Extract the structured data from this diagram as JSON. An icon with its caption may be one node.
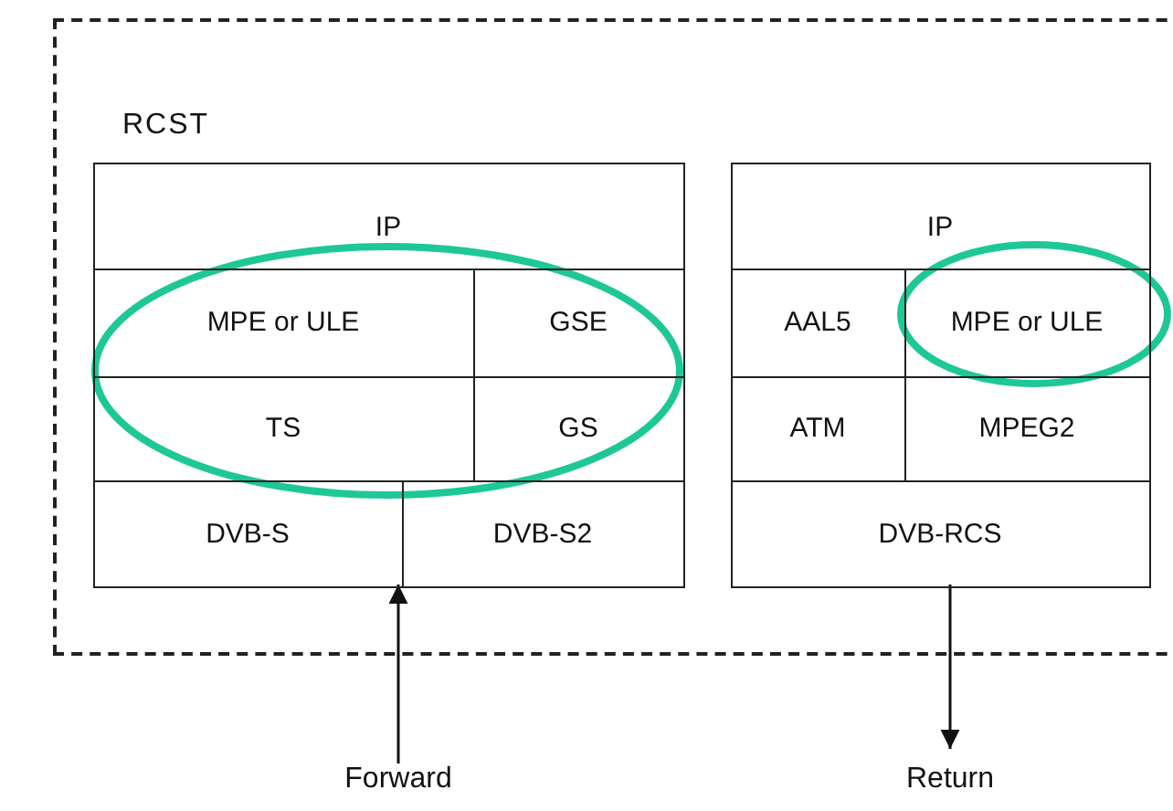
{
  "diagram": {
    "nodes": [
      {
        "text": [
          "RCST"
        ]
      },
      {
        "text": [],
        "shape": "box",
        "in": 0
      },
      {
        "text": [
          "IP"
        ],
        "in": 1
      },
      {
        "text": [
          "MPE or ULE"
        ],
        "in": 1
      },
      {
        "text": [
          "GSE"
        ],
        "in": 1
      },
      {
        "text": [
          "TS"
        ],
        "in": 1
      },
      {
        "text": [
          "GS"
        ],
        "in": 1
      },
      {
        "text": [
          "DVB-S"
        ],
        "in": 1
      },
      {
        "text": [
          "DVB-S2"
        ],
        "in": 1
      },
      {
        "text": [],
        "shape": "box",
        "in": 0
      },
      {
        "text": [
          "IP"
        ],
        "in": 9
      },
      {
        "text": [
          "AAL5"
        ],
        "in": 9
      },
      {
        "text": [
          "MPE or ULE"
        ],
        "in": 9
      },
      {
        "text": [
          "ATM"
        ],
        "in": 9
      },
      {
        "text": [
          "MPEG2"
        ],
        "in": 9
      },
      {
        "text": [
          "DVB-RCS"
        ],
        "in": 9
      },
      {
        "text": [
          "Forward"
        ]
      },
      {
        "text": [
          "Return"
        ]
      }
    ],
    "edges": [
      {
        "from": 16,
        "to": 1,
        "arrow": "to"
      },
      {
        "from": 9,
        "to": 17,
        "arrow": "to"
      }
    ]
  }
}
